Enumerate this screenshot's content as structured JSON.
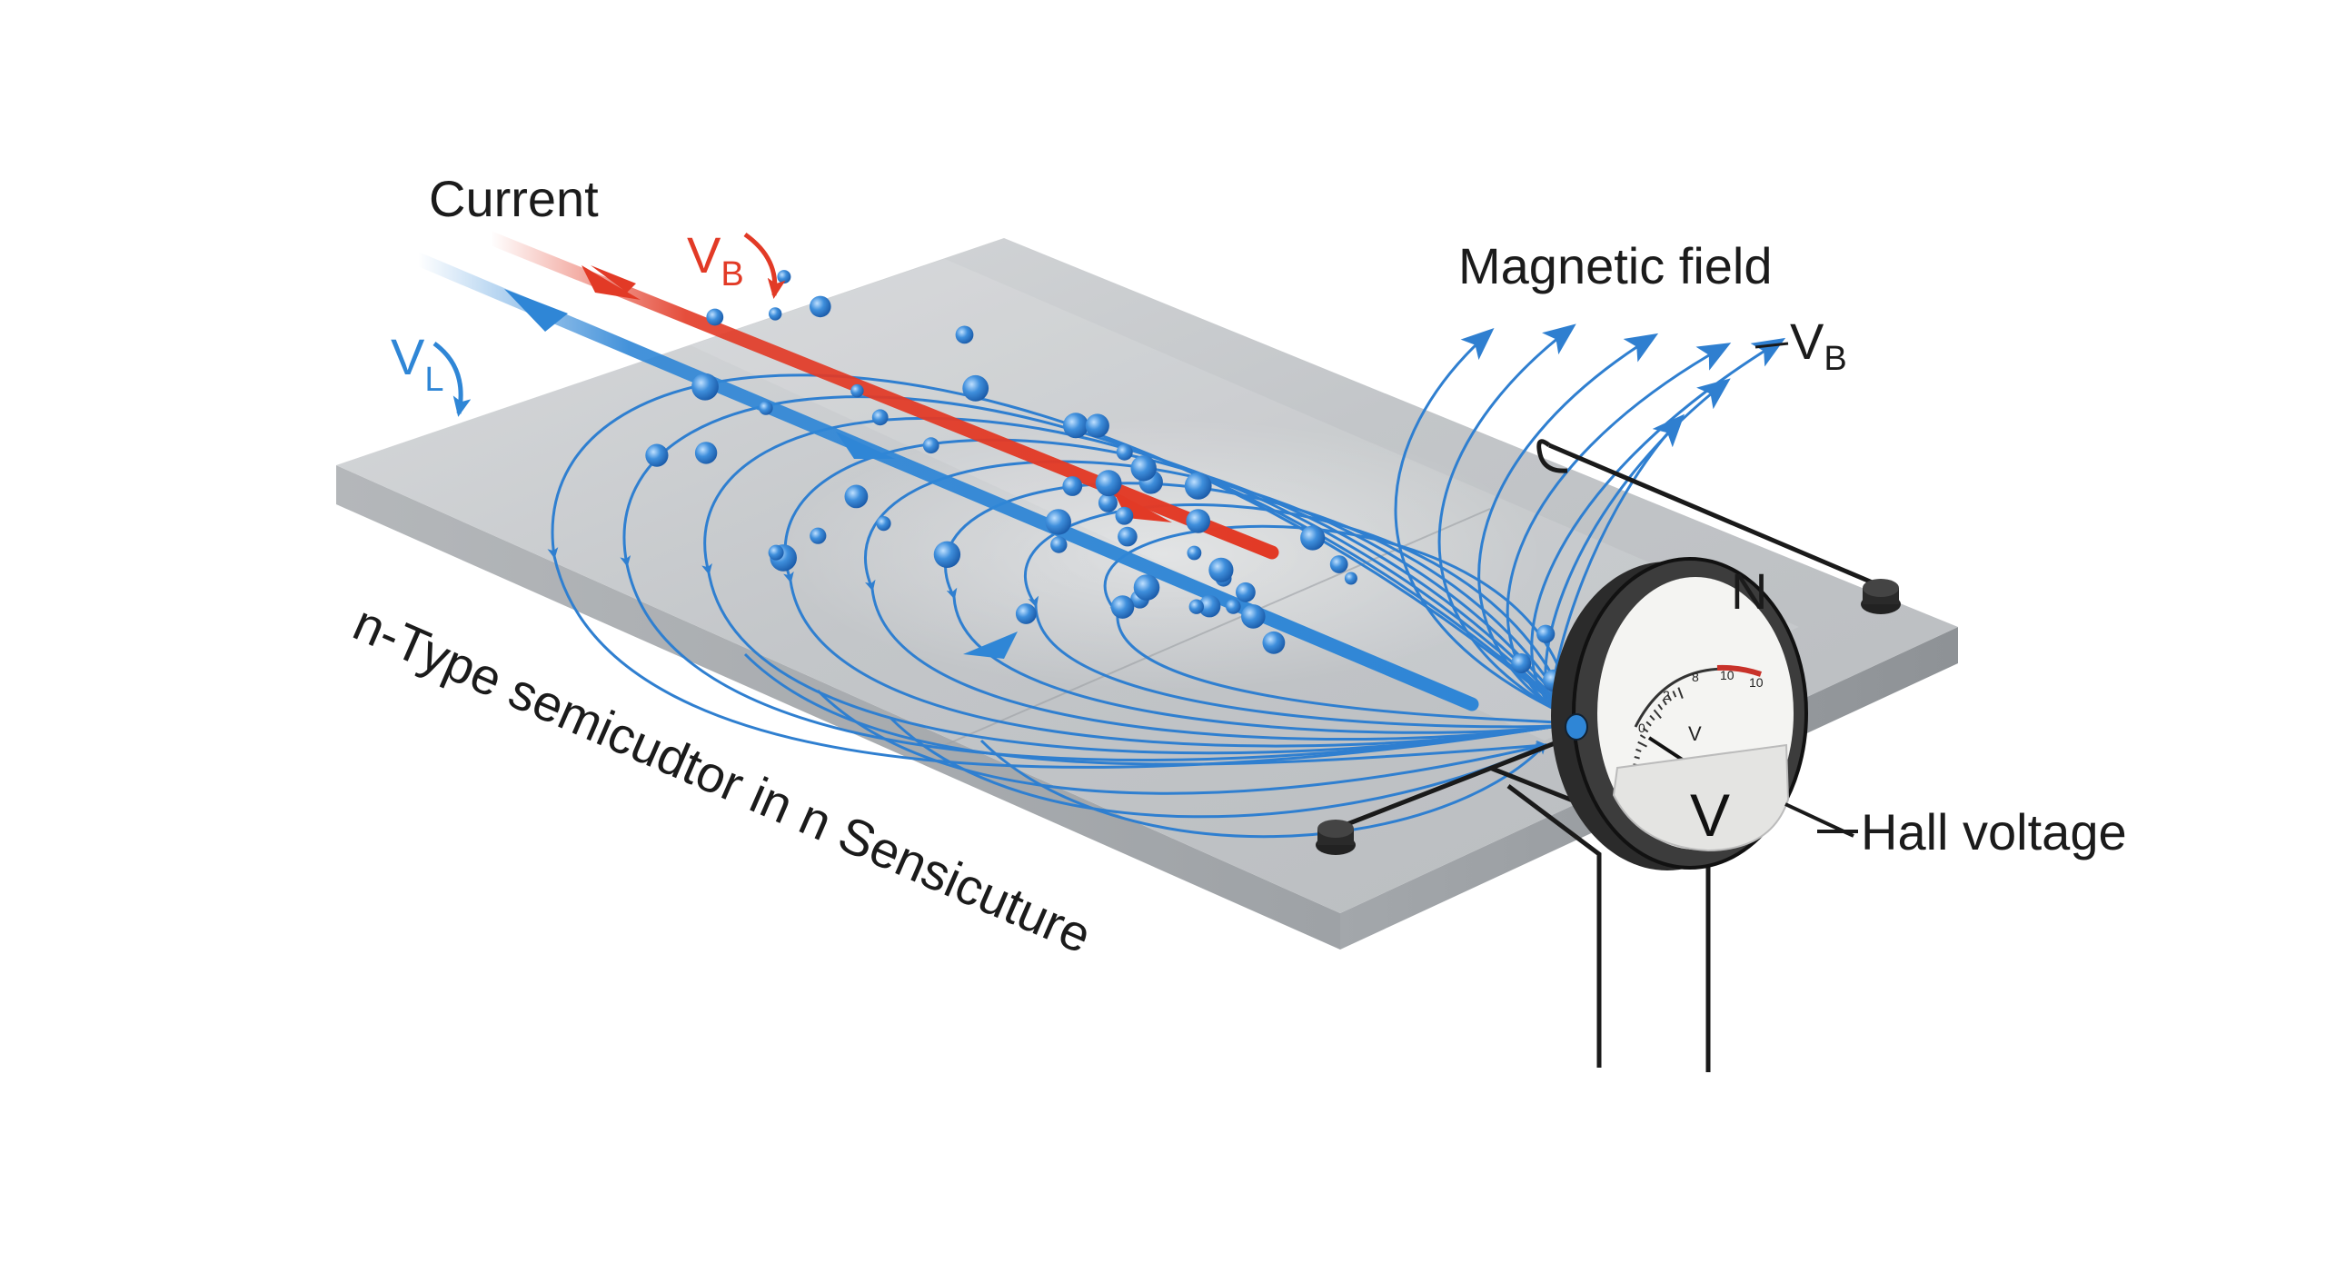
{
  "labels": {
    "current": "Current",
    "vb_top": "V",
    "vb_top_sub": "B",
    "vl": "V",
    "vl_sub": "L",
    "magnetic_field": "Magnetic field",
    "vb_right": "V",
    "vb_right_sub": "B",
    "north": "N",
    "hall_voltage": "Hall voltage",
    "material": "n-Type semicudtor in n Sensicuture"
  },
  "meter": {
    "unit": "V",
    "scale_unit": "V",
    "ticks": [
      "0",
      "2",
      "8",
      "10",
      "10"
    ]
  },
  "colors": {
    "current_red": "#e23a26",
    "current_blue": "#2f86d6",
    "field_lines": "#2f7fd0",
    "electron": "#3a86d8",
    "slab_top": "#c9cccf",
    "slab_front": "#a9adb1"
  },
  "electron_count": 52
}
